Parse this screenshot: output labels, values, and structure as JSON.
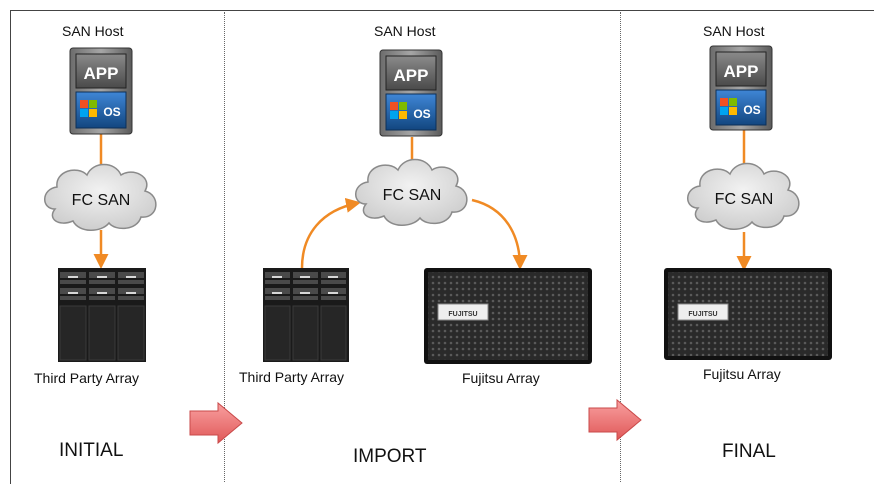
{
  "stages": {
    "initial": {
      "title": "INITIAL",
      "host": {
        "label": "SAN Host",
        "app": "APP",
        "os": "OS"
      },
      "network": "FC SAN",
      "arrays": [
        {
          "label": "Third Party Array"
        }
      ]
    },
    "import": {
      "title": "IMPORT",
      "host": {
        "label": "SAN Host",
        "app": "APP",
        "os": "OS"
      },
      "network": "FC SAN",
      "arrays": [
        {
          "label": "Third Party Array"
        },
        {
          "label": "Fujitsu Array",
          "brand": "FUJITSU"
        }
      ]
    },
    "final": {
      "title": "FINAL",
      "host": {
        "label": "SAN Host",
        "app": "APP",
        "os": "OS"
      },
      "network": "FC SAN",
      "arrays": [
        {
          "label": "Fujitsu Array",
          "brand": "FUJITSU"
        }
      ]
    }
  },
  "colors": {
    "connector": "#f08a24",
    "stage_arrow": "#f47b7b",
    "cloud": "#e2e2e2",
    "host_blue": "#1f5fa8"
  },
  "icons": [
    "server-host-icon",
    "windows-logo-icon",
    "cloud-icon",
    "storage-rack-icon",
    "storage-enclosure-icon",
    "stage-arrow-icon"
  ]
}
